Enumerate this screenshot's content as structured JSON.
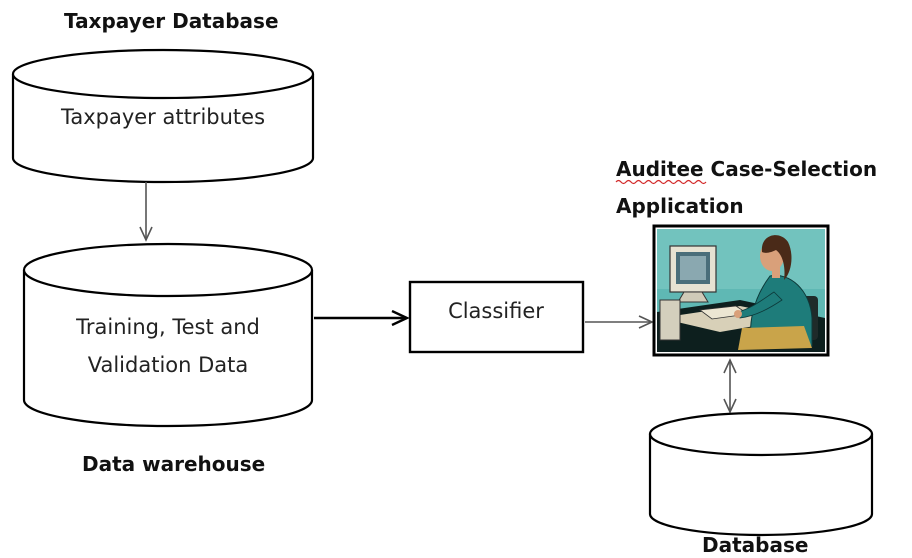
{
  "taxpayer_db": {
    "title": "Taxpayer Database",
    "content": "Taxpayer attributes"
  },
  "warehouse": {
    "content_line1": "Training, Test and",
    "content_line2": "Validation Data",
    "caption": "Data warehouse"
  },
  "classifier": {
    "label": "Classifier"
  },
  "application": {
    "title_word1": "Auditee",
    "title_rest": " Case-Selection",
    "title_line2": "Application",
    "image_icon": "person-at-computer-icon"
  },
  "database": {
    "caption": "Database"
  },
  "colors": {
    "stroke": "#000000",
    "arrow": "#555555",
    "spellcheck": "#d22a2a"
  }
}
